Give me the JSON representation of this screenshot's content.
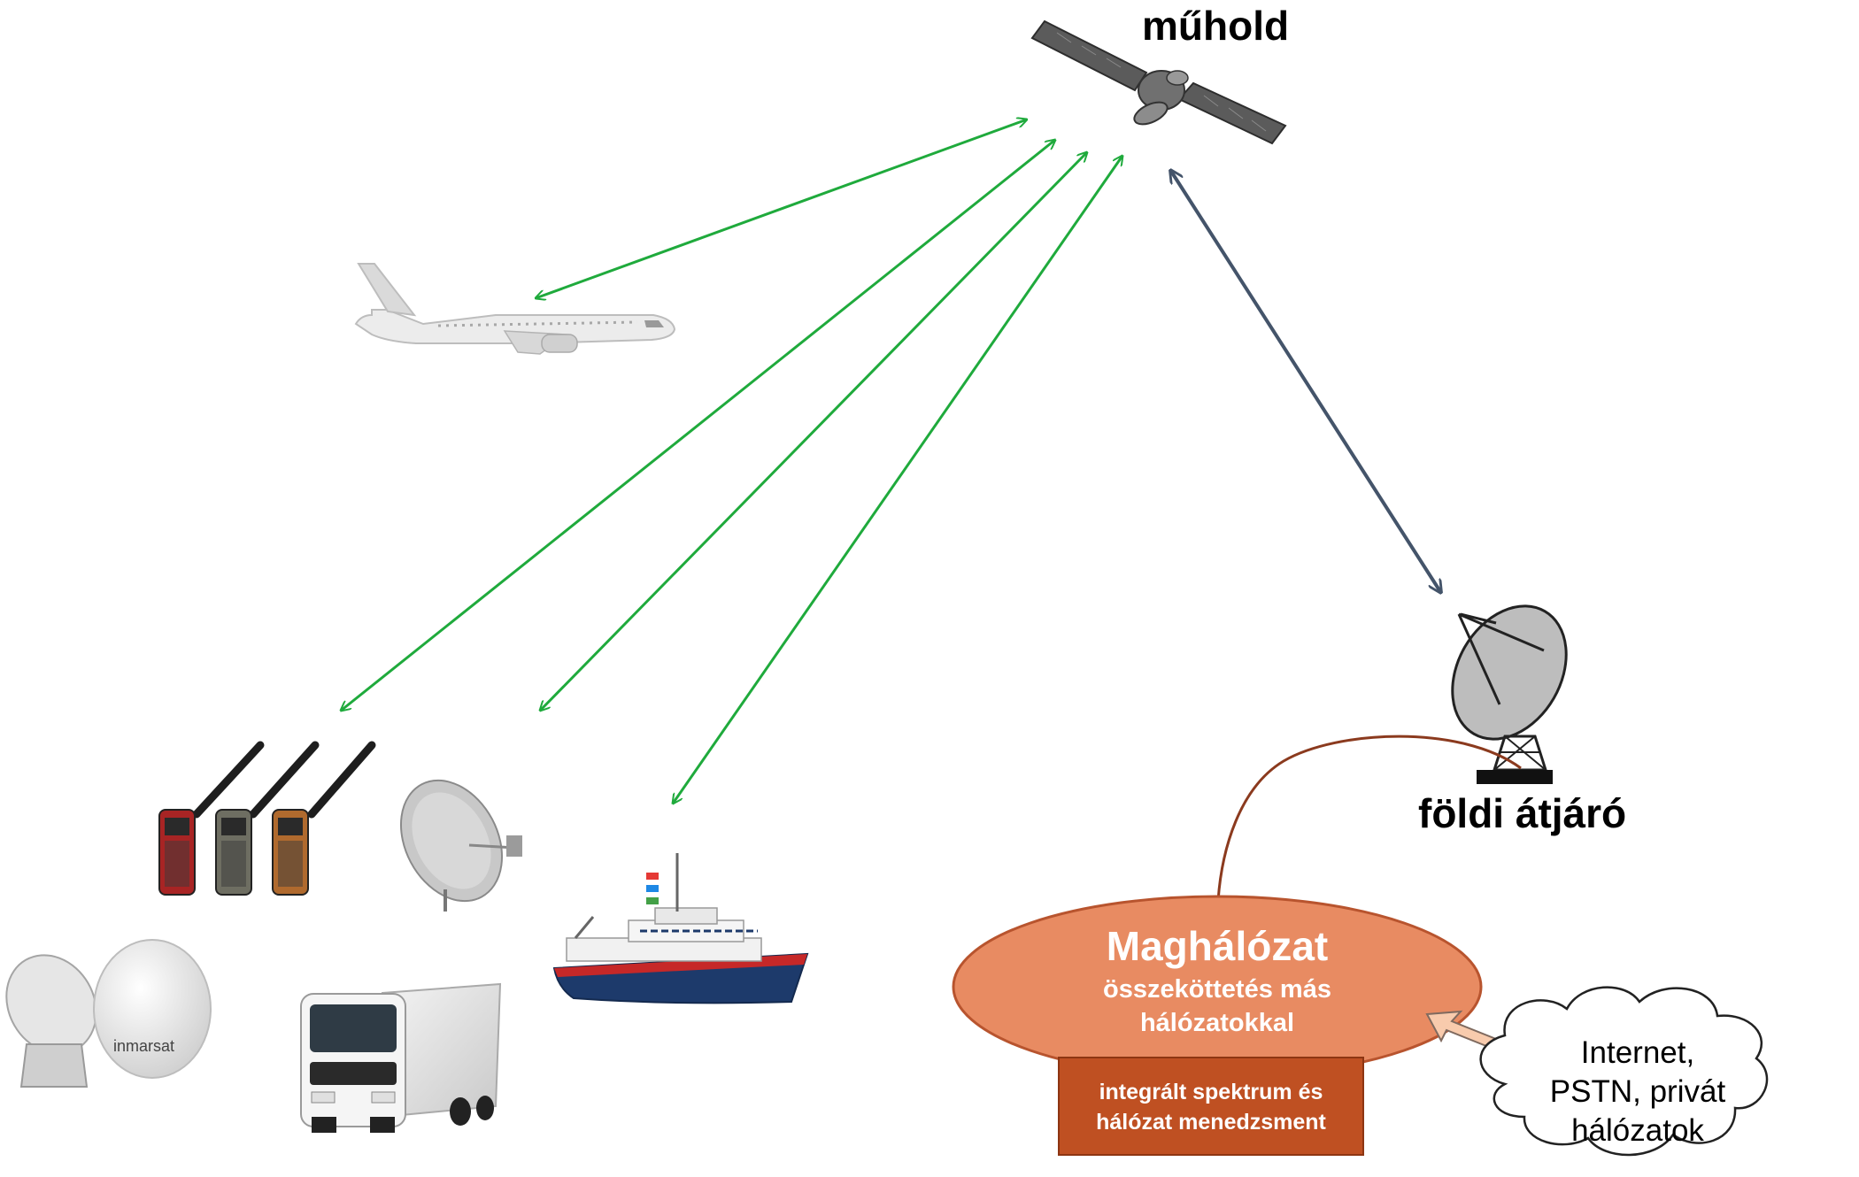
{
  "satellite": {
    "label": "műhold"
  },
  "ground_gateway": {
    "label": "földi átjáró"
  },
  "core_network": {
    "title": "Maghálózat",
    "subtitle_line1": "összeköttetés más",
    "subtitle_line2": "hálózatokkal"
  },
  "management_box": {
    "line1": "integrált spektrum és",
    "line2": "hálózat menedzsment"
  },
  "external_networks": {
    "line1": "Internet,",
    "line2": "PSTN, privát",
    "line3": "hálózatok"
  },
  "terminal_brand": "inmarsat",
  "colors": {
    "user_link": "#1faa3c",
    "feeder_link": "#44546a",
    "core_fill": "#e88b62",
    "management_fill": "#bf5022",
    "cable": "#8b3a1e",
    "interface_arrow": "#f8cbad"
  },
  "icons": [
    "satellite-icon",
    "airplane-icon",
    "handheld-phones-icon",
    "vsat-dish-icon",
    "ship-icon",
    "truck-icon",
    "radome-terminal-icon",
    "ground-dish-icon",
    "cloud-icon"
  ]
}
